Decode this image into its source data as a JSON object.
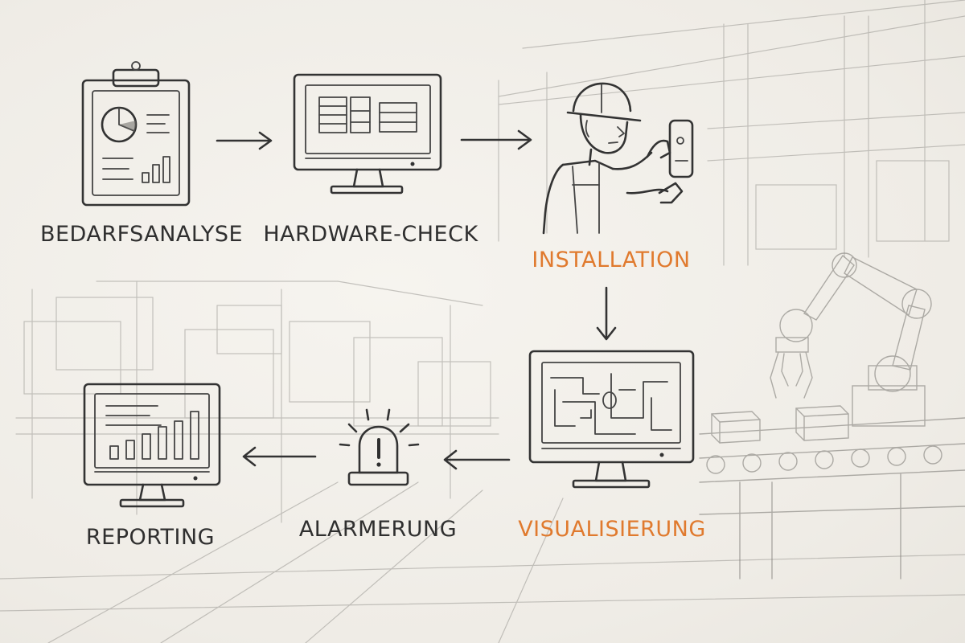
{
  "steps": [
    {
      "id": "bedarfsanalyse",
      "label": "BEDARFSANALYSE",
      "icon": "clipboard-chart-icon",
      "highlight": false
    },
    {
      "id": "hardware-check",
      "label": "HARDWARE-CHECK",
      "icon": "monitor-layout-icon",
      "highlight": false
    },
    {
      "id": "installation",
      "label": "INSTALLATION",
      "icon": "technician-icon",
      "highlight": true
    },
    {
      "id": "visualisierung",
      "label": "VISUALISIERUNG",
      "icon": "monitor-schematic-icon",
      "highlight": true
    },
    {
      "id": "alarmerung",
      "label": "ALARMERUNG",
      "icon": "alarm-beacon-icon",
      "highlight": false
    },
    {
      "id": "reporting",
      "label": "REPORTING",
      "icon": "monitor-bar-chart-icon",
      "highlight": false
    }
  ],
  "colors": {
    "ink": "#333333",
    "accent": "#e07a2e",
    "paper": "#f1efea"
  }
}
